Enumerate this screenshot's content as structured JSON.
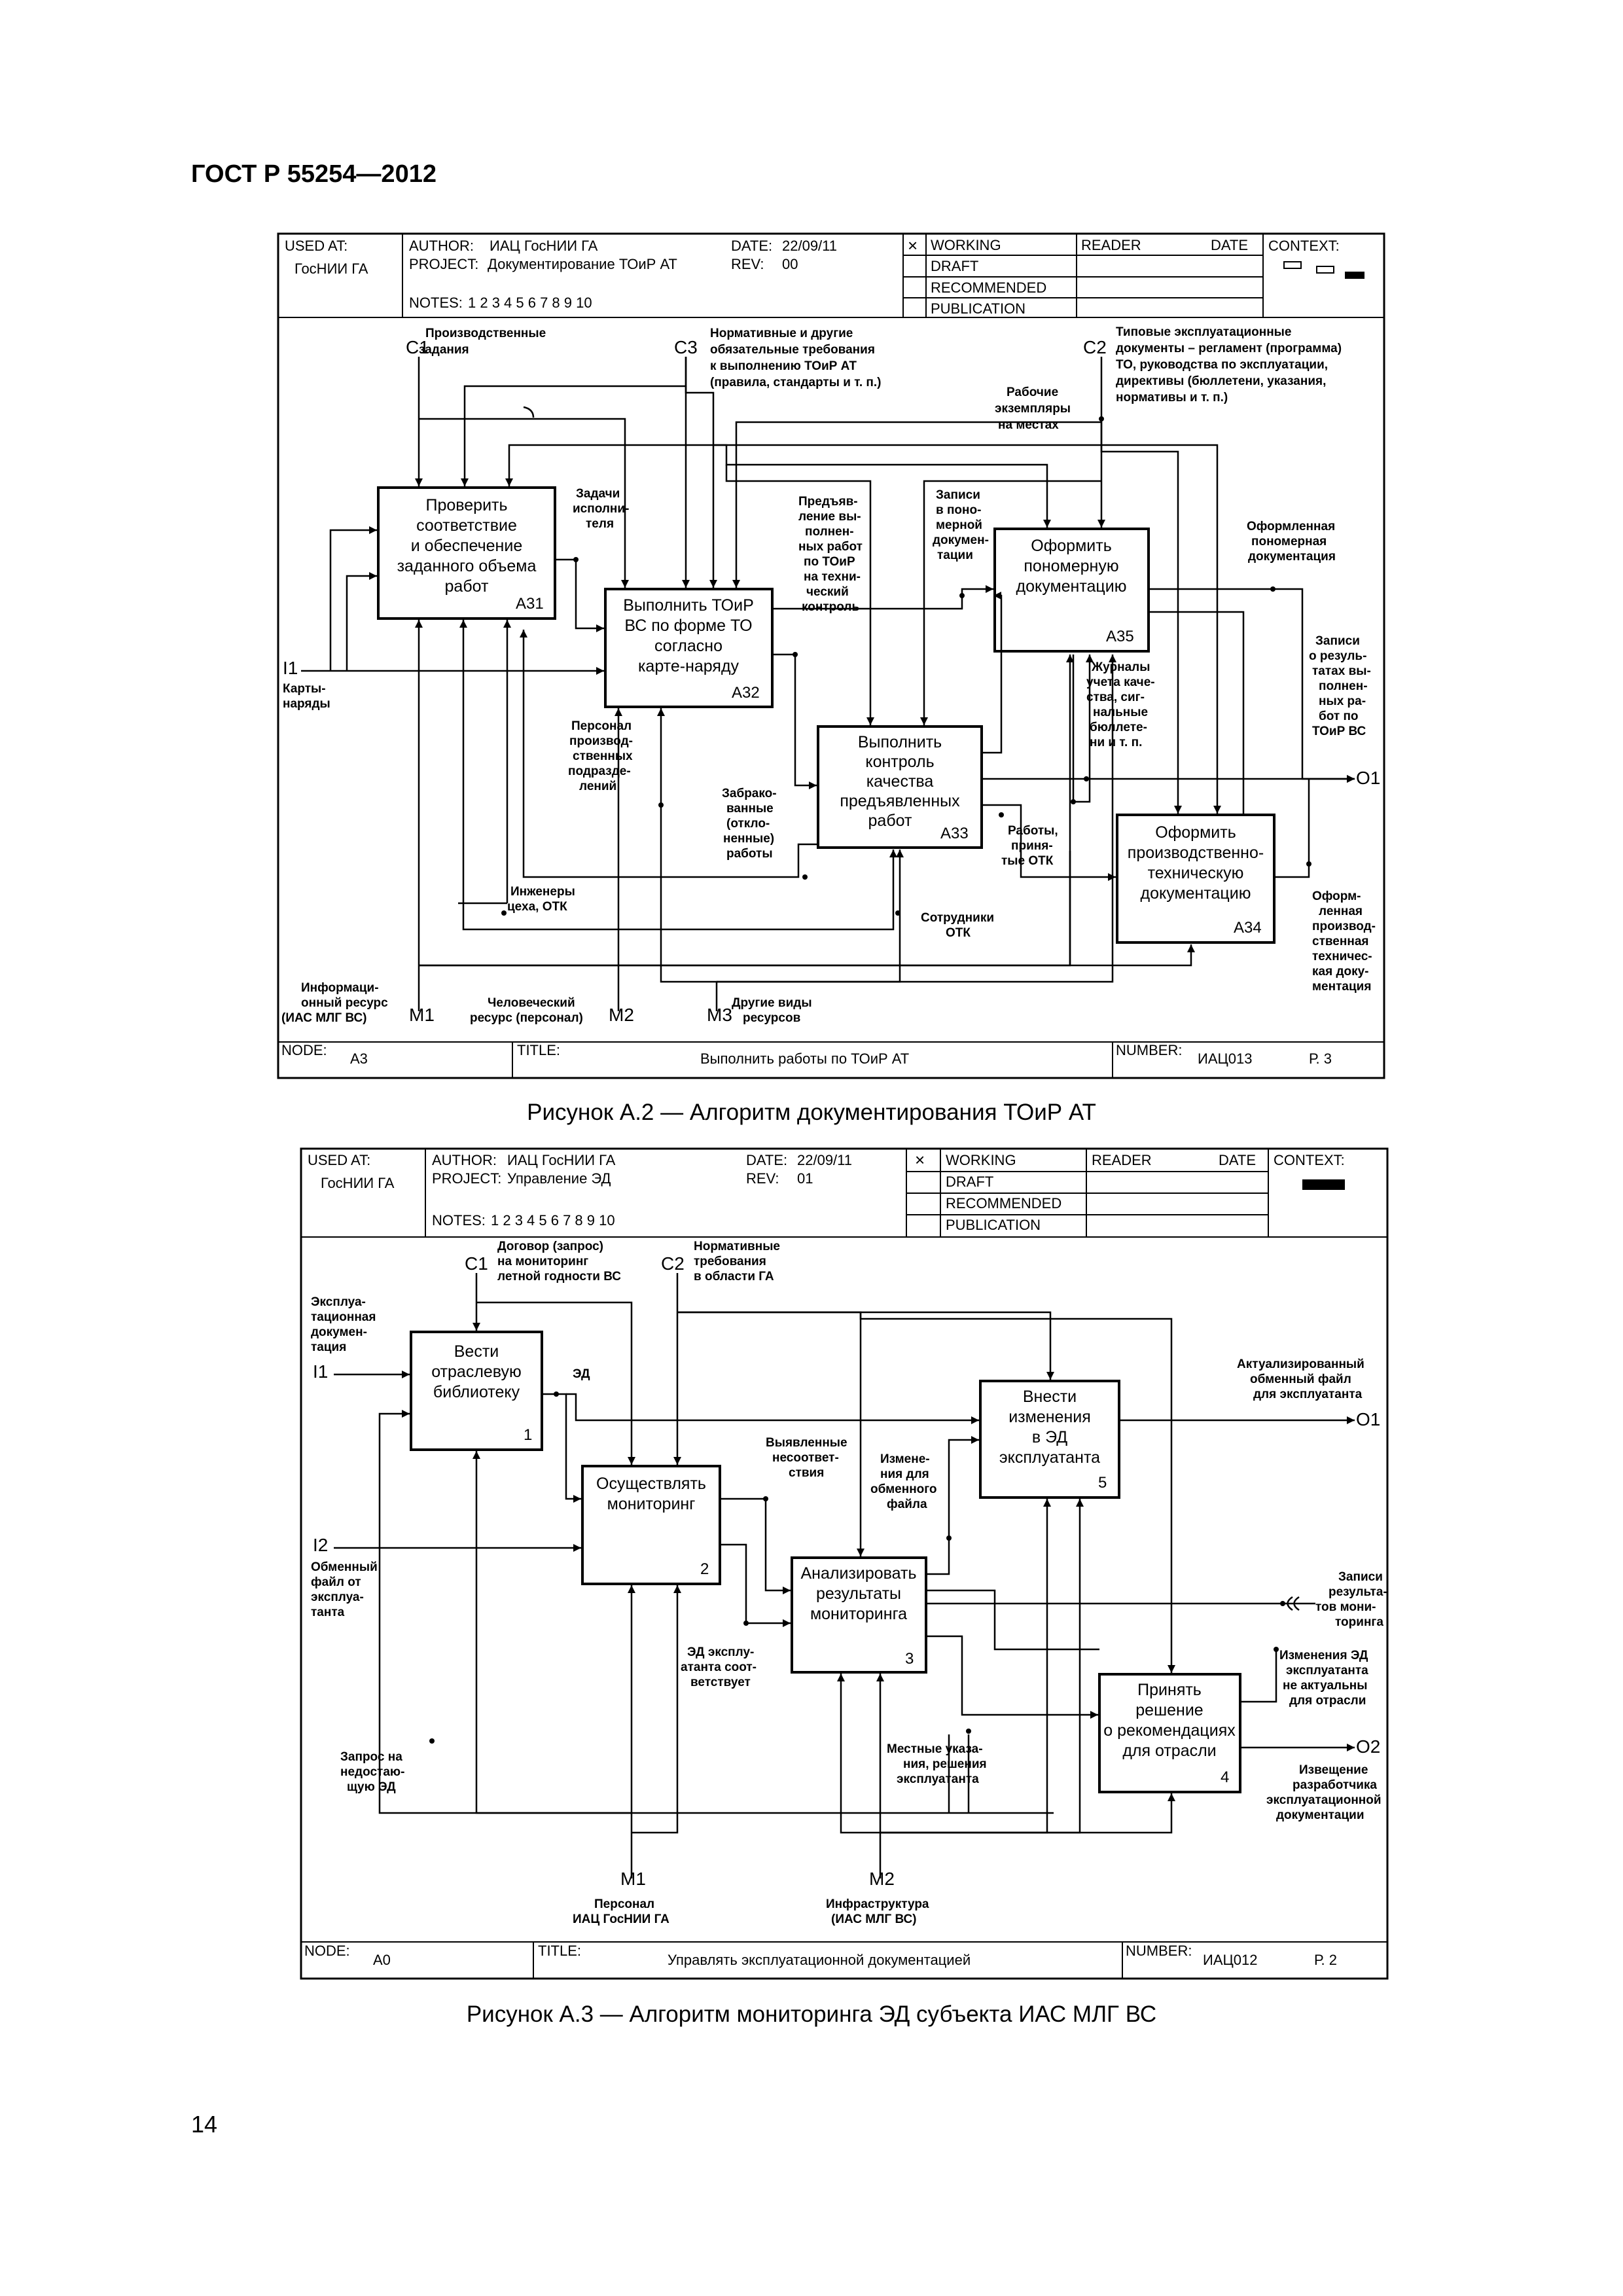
{
  "document": {
    "header": "ГОСТ Р 55254—2012",
    "page_number": "14"
  },
  "figure1": {
    "caption": "Рисунок  А.2 — Алгоритм документирования ТОиР АТ",
    "header": {
      "used_at_label": "USED AT:",
      "used_at": "ГосНИИ ГА",
      "author_label": "AUTHOR:",
      "author": "ИАЦ ГосНИИ ГА",
      "project_label": "PROJECT:",
      "project": "Документирование ТОиР АТ",
      "notes_label": "NOTES:",
      "notes": "1 2 3 4 5 6 7 8 9 10",
      "date_label": "DATE:",
      "date": "22/09/11",
      "rev_label": "REV:",
      "rev": "00",
      "status_mark": "×",
      "status": [
        "WORKING",
        "DRAFT",
        "RECOMMENDED",
        "PUBLICATION"
      ],
      "reader_label": "READER",
      "reader_date_label": "DATE",
      "context_label": "CONTEXT:"
    },
    "boxes": [
      {
        "lines": [
          "Проверить",
          "соответствие",
          "и обеспечение",
          "заданного объема",
          "работ"
        ],
        "code": "А31"
      },
      {
        "lines": [
          "Выполнить ТОиР",
          "ВС по форме ТО",
          "согласно",
          "карте-наряду"
        ],
        "code": "А32"
      },
      {
        "lines": [
          "Выполнить",
          "контроль",
          "качества",
          "предъявленных",
          "работ"
        ],
        "code": "А33"
      },
      {
        "lines": [
          "Оформить",
          "производственно-",
          "техническую",
          "документацию"
        ],
        "code": "А34"
      },
      {
        "lines": [
          "Оформить",
          "пономерную",
          "документацию"
        ],
        "code": "А35"
      }
    ],
    "tunnels": {
      "c1": "С1",
      "c2": "С2",
      "c3": "С3",
      "i1": "I1",
      "o1": "O1",
      "m1": "M1",
      "m2": "M2",
      "m3": "M3"
    },
    "labels": {
      "c1_text": [
        "Производственные",
        "задания"
      ],
      "c3_text": [
        "Нормативные и другие",
        "обязательные требования",
        "к выполнению ТОиР АТ",
        "(правила, стандарты и т. п.)"
      ],
      "c2_text": [
        "Типовые эксплуатационные",
        "документы – регламент (программа)",
        "ТО, руководства по эксплуатации,",
        "директивы (бюллетени, указания,",
        "нормативы и т. п.)"
      ],
      "working_copies": [
        "Рабочие",
        "экземпляры",
        "на местах"
      ],
      "tasks": [
        "Задачи",
        "исполни-",
        "теля"
      ],
      "presented": [
        "Предъяв-",
        "ление вы-",
        "полнен-",
        "ных работ",
        "по ТОиР",
        "на техни-",
        "ческий",
        "контроль"
      ],
      "serial_records": [
        "Записи",
        "в поно-",
        "мерной",
        "докумен-",
        "тации"
      ],
      "serial_doc_out": [
        "Оформленная",
        "пономерная",
        "документация"
      ],
      "results_records": [
        "Записи",
        "о резуль-",
        "татах вы-",
        "полнен-",
        "ных ра-",
        "бот по",
        "ТОиР ВС"
      ],
      "journals": [
        "Журналы",
        "учета каче-",
        "ства, сиг-",
        "нальные",
        "бюллете-",
        "ни и т. п."
      ],
      "cards": [
        "Карты-",
        "наряды"
      ],
      "personnel": [
        "Персонал",
        "производ-",
        "ственных",
        "подразде-",
        "лений"
      ],
      "rejected": [
        "Забрако-",
        "ванные",
        "(откло-",
        "ненные)",
        "работы"
      ],
      "accepted": [
        "Работы,",
        "приня-",
        "тые ОТК"
      ],
      "engineers": [
        "Инженеры",
        "цеха, ОТК"
      ],
      "otk_staff": [
        "Сотрудники",
        "ОТК"
      ],
      "prod_doc_out": [
        "Оформ-",
        "ленная",
        "производ-",
        "ственная",
        "техничес-",
        "кая доку-",
        "ментация"
      ],
      "m1_text": [
        "Информаци-",
        "онный ресурс",
        "(ИАС МЛГ ВС)"
      ],
      "m2_text": [
        "Человеческий",
        "ресурс (персонал)"
      ],
      "m3_text": [
        "Другие виды",
        "ресурсов"
      ]
    },
    "footer": {
      "node_label": "NODE:",
      "node": "А3",
      "title_label": "TITLE:",
      "title": "Выполнить работы по ТОиР АТ",
      "number_label": "NUMBER:",
      "number": "ИАЦ013",
      "page": "Р. 3"
    }
  },
  "figure2": {
    "caption": "Рисунок  А.3 — Алгоритм мониторинга ЭД субъекта ИАС МЛГ ВС",
    "header": {
      "used_at_label": "USED AT:",
      "used_at": "ГосНИИ ГА",
      "author_label": "AUTHOR:",
      "author": "ИАЦ ГосНИИ ГА",
      "project_label": "PROJECT:",
      "project": "Управление ЭД",
      "notes_label": "NOTES:",
      "notes": "1 2 3 4 5 6 7 8 9 10",
      "date_label": "DATE:",
      "date": "22/09/11",
      "rev_label": "REV:",
      "rev": "01",
      "status_mark": "×",
      "status": [
        "WORKING",
        "DRAFT",
        "RECOMMENDED",
        "PUBLICATION"
      ],
      "reader_label": "READER",
      "reader_date_label": "DATE",
      "context_label": "CONTEXT:"
    },
    "boxes": [
      {
        "lines": [
          "Вести",
          "отраслевую",
          "библиотеку"
        ],
        "code": "1"
      },
      {
        "lines": [
          "Осуществлять",
          "мониторинг"
        ],
        "code": "2"
      },
      {
        "lines": [
          "Анализировать",
          "результаты",
          "мониторинга"
        ],
        "code": "3"
      },
      {
        "lines": [
          "Принять",
          "решение",
          "о рекомендациях",
          "для отрасли"
        ],
        "code": "4"
      },
      {
        "lines": [
          "Внести",
          "изменения",
          "в ЭД",
          "эксплуатанта"
        ],
        "code": "5"
      }
    ],
    "tunnels": {
      "c1": "С1",
      "c2": "С2",
      "i1": "I1",
      "i2": "I2",
      "o1": "O1",
      "o2": "O2",
      "m1": "M1",
      "m2": "M2"
    },
    "labels": {
      "c1_text": [
        "Договор (запрос)",
        "на мониторинг",
        "летной годности ВС"
      ],
      "c2_text": [
        "Нормативные",
        "требования",
        "в области ГА"
      ],
      "i1_text": [
        "Эксплуа-",
        "тационная",
        "докумен-",
        "тация"
      ],
      "ed": "ЭД",
      "i2_text": [
        "Обменный",
        "файл от",
        "эксплуа-",
        "танта"
      ],
      "detected": [
        "Выявленные",
        "несоответ-",
        "ствия"
      ],
      "changes_exchange": [
        "Измене-",
        "ния для",
        "обменного",
        "файла"
      ],
      "o1_text": [
        "Актуализированный",
        "обменный файл",
        "для эксплуатанта"
      ],
      "ed_conforms": [
        "ЭД эксплу-",
        "атанта соот-",
        "ветствует"
      ],
      "mon_records": [
        "Записи",
        "результа-",
        "тов мони-",
        "торинга"
      ],
      "changes_irrelevant": [
        "Изменения ЭД",
        "эксплуатанта",
        "не актуальны",
        "для отрасли"
      ],
      "missing_request": [
        "Запрос на",
        "недостаю-",
        "щую ЭД"
      ],
      "local_instr": [
        "Местные указа-",
        "ния, решения",
        "эксплуатанта"
      ],
      "o2_text": [
        "Извещение",
        "разработчика",
        "эксплуатационной",
        "документации"
      ],
      "m1_text": [
        "Персонал",
        "ИАЦ ГосНИИ ГА"
      ],
      "m2_text": [
        "Инфраструктура",
        "(ИАС МЛГ ВС)"
      ]
    },
    "footer": {
      "node_label": "NODE:",
      "node": "А0",
      "title_label": "TITLE:",
      "title": "Управлять эксплуатационной документацией",
      "number_label": "NUMBER:",
      "number": "ИАЦ012",
      "page": "Р. 2"
    }
  }
}
